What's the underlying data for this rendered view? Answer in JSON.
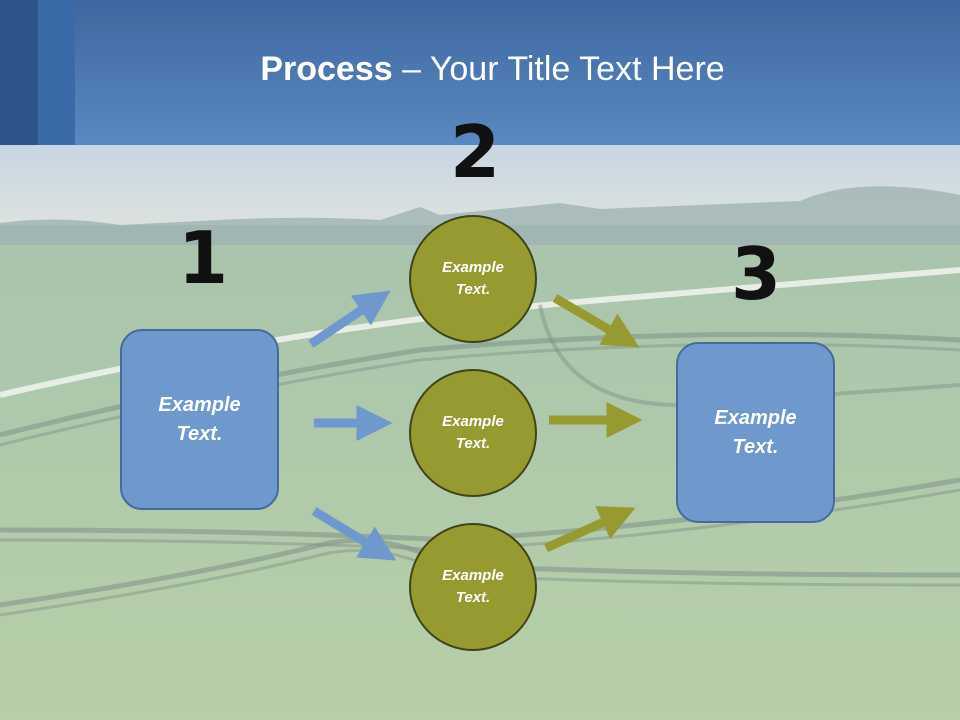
{
  "title": {
    "bold": "Process",
    "rest": " – Your Title Text Here"
  },
  "steps": [
    {
      "number": "1",
      "box_text": "Example\nText."
    },
    {
      "number": "2",
      "circles": [
        "Example\nText.",
        "Example\nText.",
        "Example\nText."
      ]
    },
    {
      "number": "3",
      "box_text": "Example\nText."
    }
  ],
  "colors": {
    "header": "#4a74ab",
    "box": "#6f98cc",
    "circle": "#979931",
    "arrow_blue": "#6f98cc",
    "arrow_olive": "#979931"
  }
}
